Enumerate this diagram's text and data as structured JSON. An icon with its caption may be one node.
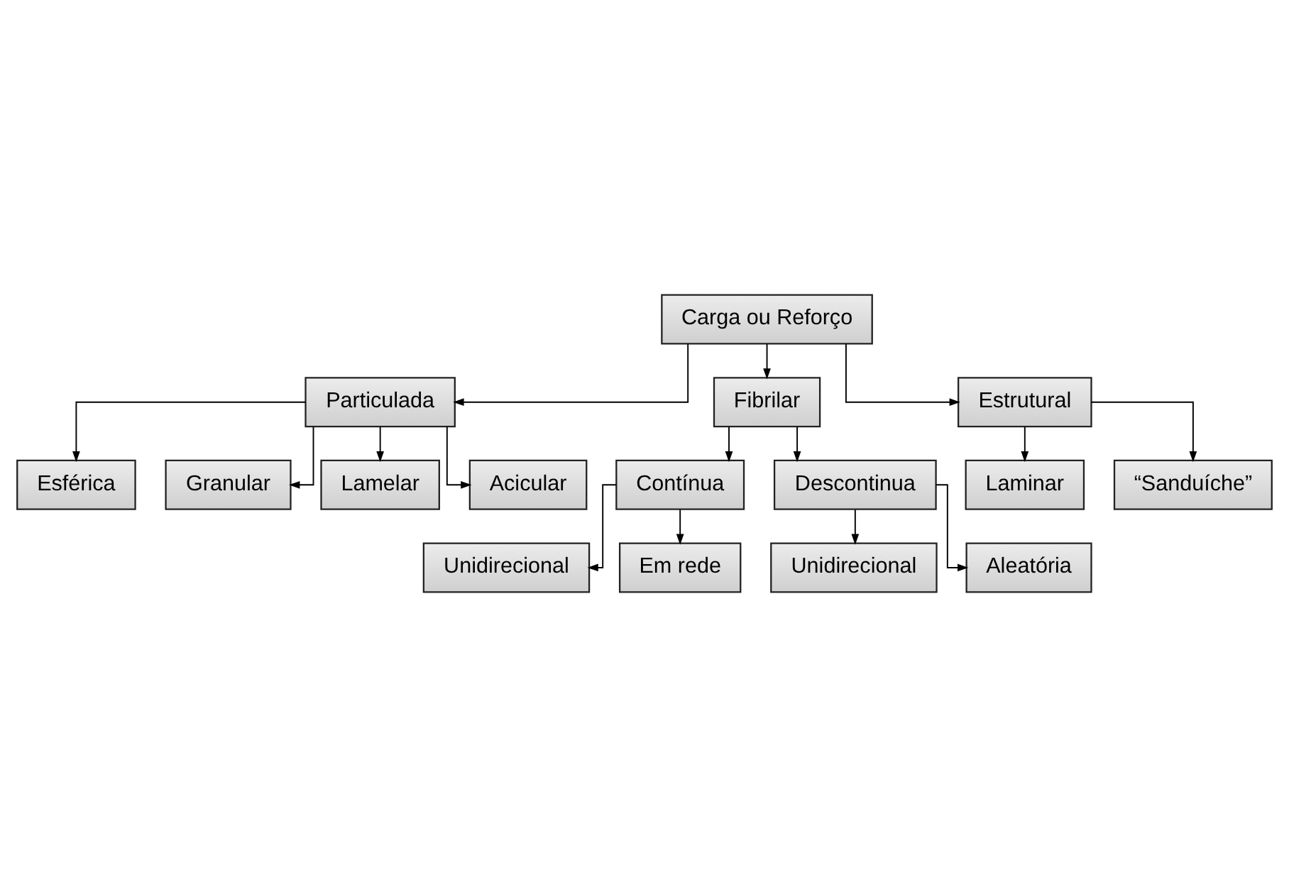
{
  "diagram": {
    "nodes": [
      {
        "text": [
          "Carga ou Reforço"
        ]
      },
      {
        "text": [
          "Particulada"
        ]
      },
      {
        "text": [
          "Fibrilar"
        ]
      },
      {
        "text": [
          "Estrutural"
        ]
      },
      {
        "text": [
          "Esférica"
        ]
      },
      {
        "text": [
          "Granular"
        ]
      },
      {
        "text": [
          "Lamelar"
        ]
      },
      {
        "text": [
          "Acicular"
        ]
      },
      {
        "text": [
          "Contínua"
        ]
      },
      {
        "text": [
          "Unidirecional"
        ]
      },
      {
        "text": [
          "Em rede"
        ]
      },
      {
        "text": [
          "Descontinua"
        ]
      },
      {
        "text": [
          "Unidirecional"
        ]
      },
      {
        "text": [
          "Aleatória"
        ]
      },
      {
        "text": [
          "Laminar"
        ]
      },
      {
        "text": [
          "“Sanduíche”"
        ]
      }
    ],
    "edges": [
      {
        "from": 0,
        "to": 1,
        "arrow": "to"
      },
      {
        "from": 0,
        "to": 2,
        "arrow": "to"
      },
      {
        "from": 0,
        "to": 3,
        "arrow": "to"
      },
      {
        "from": 1,
        "to": 4,
        "arrow": "to"
      },
      {
        "from": 1,
        "to": 5,
        "arrow": "to"
      },
      {
        "from": 1,
        "to": 6,
        "arrow": "to"
      },
      {
        "from": 1,
        "to": 7,
        "arrow": "to"
      },
      {
        "from": 2,
        "to": 8,
        "arrow": "to"
      },
      {
        "from": 8,
        "to": 9,
        "arrow": "to"
      },
      {
        "from": 8,
        "to": 10,
        "arrow": "to"
      },
      {
        "from": 2,
        "to": 11,
        "arrow": "to"
      },
      {
        "from": 11,
        "to": 12,
        "arrow": "to"
      },
      {
        "from": 11,
        "to": 13,
        "arrow": "to"
      },
      {
        "from": 3,
        "to": 14,
        "arrow": "to"
      },
      {
        "from": 3,
        "to": 15,
        "arrow": "to"
      }
    ]
  }
}
